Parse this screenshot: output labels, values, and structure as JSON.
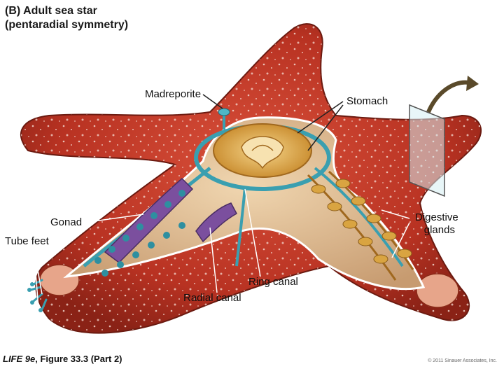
{
  "title_line1": "(B) Adult sea star",
  "title_line2": "(pentaradial symmetry)",
  "labels": {
    "madreporite": "Madreporite",
    "stomach": "Stomach",
    "gonad": "Gonad",
    "tube_feet": "Tube feet",
    "digestive_glands_1": "Digestive",
    "digestive_glands_2": "glands",
    "ring_canal": "Ring canal",
    "radial_canal": "Radial canal"
  },
  "caption": {
    "book": "LIFE 9e",
    "figure": ", Figure 33.3 (Part 2)"
  },
  "copyright": "© 2011 Sinauer Associates, Inc.",
  "colors": {
    "body": "#c0392b",
    "body_dark": "#7a1f14",
    "interior": "#e8c9a0",
    "canal": "#3a9fb0",
    "gonad": "#7b4f9e",
    "gland": "#d9a441",
    "arrow": "#5a4a2a"
  }
}
